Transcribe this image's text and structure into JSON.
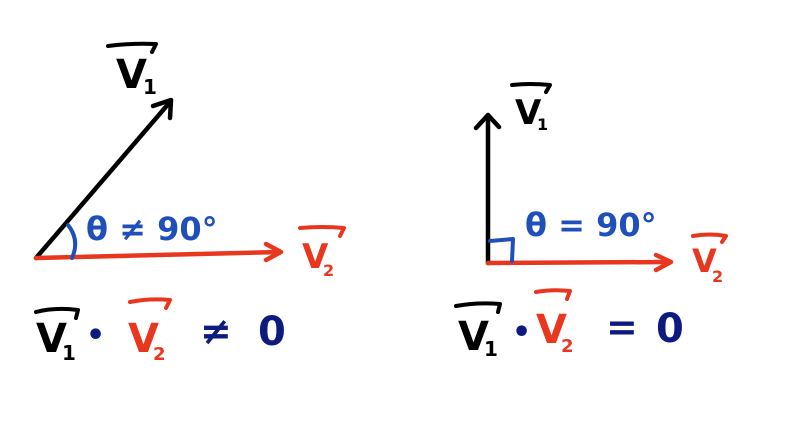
{
  "colors": {
    "v1": "#000000",
    "v2": "#e8361f",
    "angle": "#1f4fb8",
    "equation": "#0d1a80",
    "background": "#ffffff"
  },
  "left_panel": {
    "v1_label": "V",
    "v1_subscript": "1",
    "v2_label": "V",
    "v2_subscript": "2",
    "angle_text": "θ ≠ 90°",
    "equation": {
      "v1": "V",
      "v1_sub": "1",
      "dot": "•",
      "v2": "V",
      "v2_sub": "2",
      "relation": "≠",
      "result": "0"
    }
  },
  "right_panel": {
    "v1_label": "V",
    "v1_subscript": "1",
    "v2_label": "V",
    "v2_subscript": "2",
    "angle_text": "θ = 90°",
    "equation": {
      "v1": "V",
      "v1_sub": "1",
      "dot": "•",
      "v2": "V",
      "v2_sub": "2",
      "relation": "=",
      "result": "0"
    }
  }
}
